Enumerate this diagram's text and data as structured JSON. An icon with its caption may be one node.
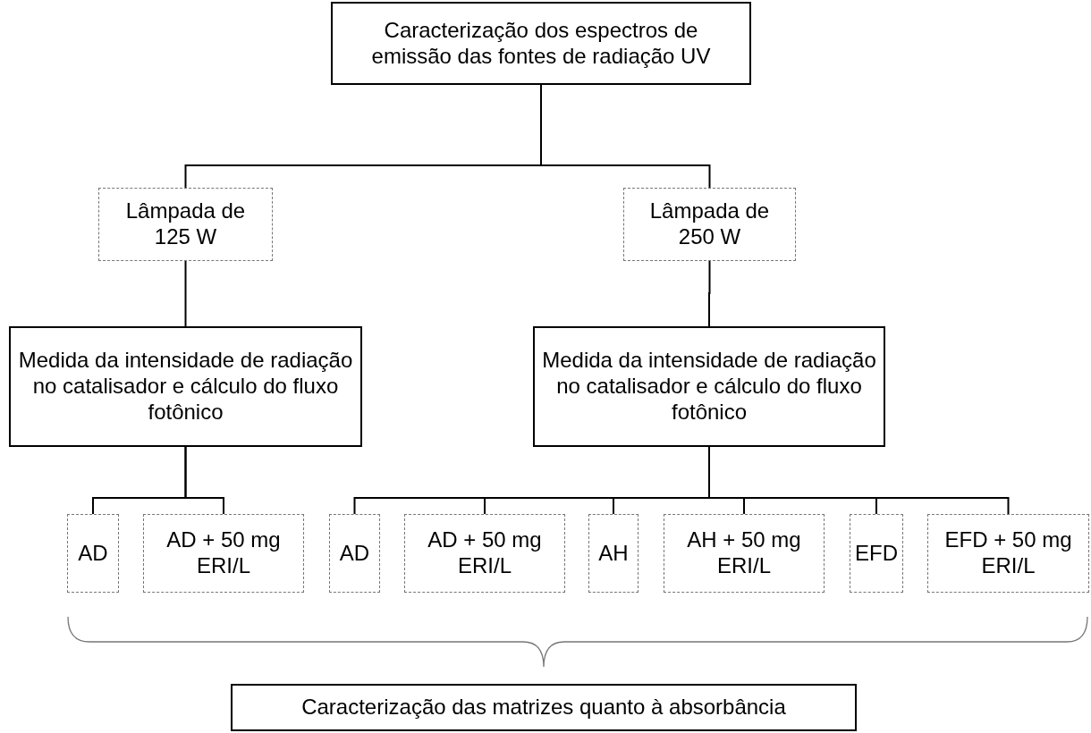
{
  "diagram": {
    "nodes": [
      {
        "text": [
          "Caracterização dos espectros de emissão das fontes de radiação UV"
        ]
      },
      {
        "text": [
          "Lâmpada de 125 W"
        ]
      },
      {
        "text": [
          "Lâmpada de 250 W"
        ]
      },
      {
        "text": [
          "Medida da intensidade de radiação no catalisador e cálculo do fluxo fotônico"
        ]
      },
      {
        "text": [
          "Medida da intensidade de radiação no catalisador e cálculo do fluxo fotônico"
        ]
      },
      {
        "text": [
          "AD"
        ]
      },
      {
        "text": [
          "AD + 50 mg ERI/L"
        ]
      },
      {
        "text": [
          "AD"
        ]
      },
      {
        "text": [
          "AD + 50 mg ERI/L"
        ]
      },
      {
        "text": [
          "AH"
        ]
      },
      {
        "text": [
          "AH + 50 mg ERI/L"
        ]
      },
      {
        "text": [
          "EFD"
        ]
      },
      {
        "text": [
          "EFD + 50 mg ERI/L"
        ]
      },
      {
        "text": [
          "Caracterização das matrizes quanto à absorbância"
        ]
      }
    ],
    "edges": [
      {
        "from": 0,
        "to": 1,
        "arrow": "none"
      },
      {
        "from": 0,
        "to": 2,
        "arrow": "none"
      },
      {
        "from": 1,
        "to": 3,
        "arrow": "none"
      },
      {
        "from": 2,
        "to": 4,
        "arrow": "none"
      },
      {
        "from": 3,
        "to": 5,
        "arrow": "none"
      },
      {
        "from": 3,
        "to": 6,
        "arrow": "none"
      },
      {
        "from": 4,
        "to": 7,
        "arrow": "none"
      },
      {
        "from": 4,
        "to": 8,
        "arrow": "none"
      },
      {
        "from": 4,
        "to": 9,
        "arrow": "none"
      },
      {
        "from": 4,
        "to": 10,
        "arrow": "none"
      },
      {
        "from": 4,
        "to": 11,
        "arrow": "none"
      },
      {
        "from": 4,
        "to": 12,
        "arrow": "none"
      }
    ]
  }
}
